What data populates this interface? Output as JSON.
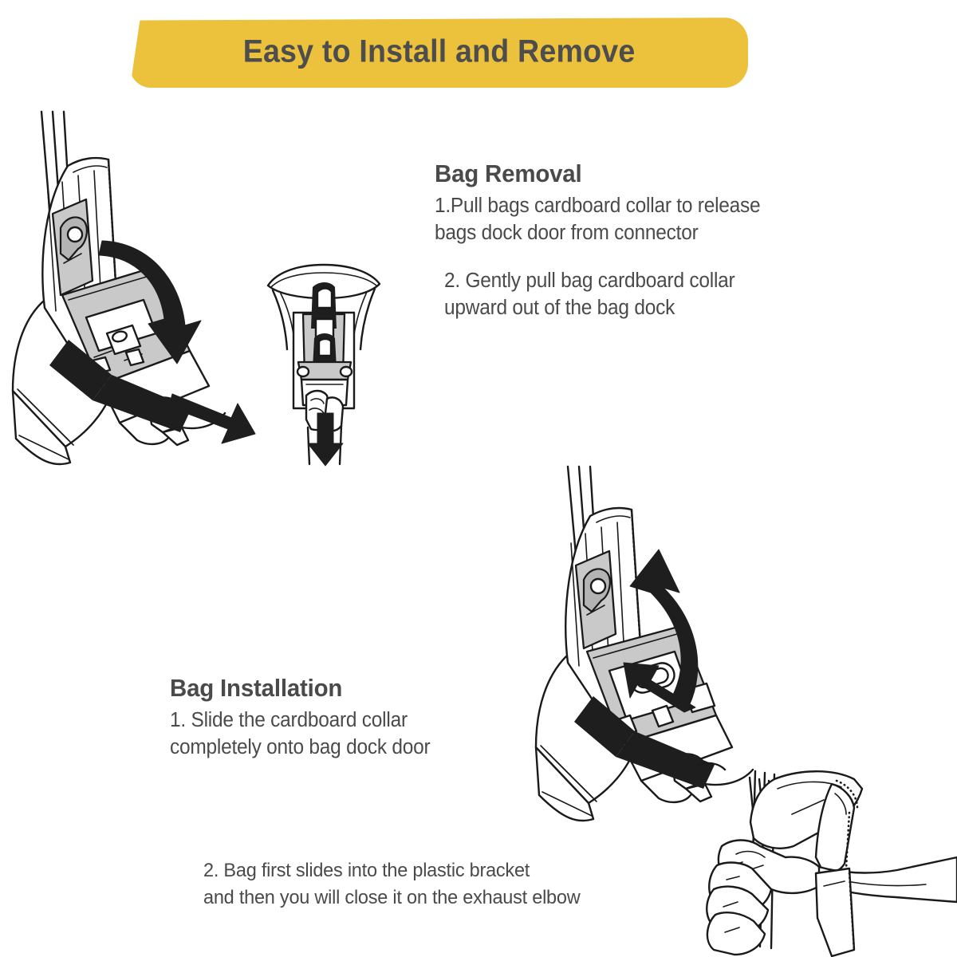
{
  "page": {
    "background_color": "#ffffff",
    "text_color": "#4a4a4a"
  },
  "banner": {
    "title": "Easy to Install and Remove",
    "background_color": "#ecc13c",
    "text_color": "#4d4d4d"
  },
  "removal": {
    "heading": "Bag Removal",
    "step1": "1.Pull bags cardboard collar to release\nbags dock door from connector",
    "step2": "2. Gently pull bag cardboard collar\nupward out of the bag dock"
  },
  "installation": {
    "heading": "Bag Installation",
    "step1": "1. Slide the cardboard collar\n completely onto bag dock door",
    "step2": "2. Bag first slides into the plastic bracket\n and then you will close it on the exhaust elbow"
  },
  "illustrations": {
    "dock_open": {
      "name": "vacuum-bag-dock-open-diagram",
      "arrows": [
        "curved-arrow-down",
        "straight-arrow-down-right"
      ],
      "line_color": "#1a1a1a",
      "fill_color": "#c9c9c9"
    },
    "dock_front": {
      "name": "bag-dock-front-view-diagram",
      "arrows": [
        "straight-arrow-down"
      ],
      "line_color": "#1a1a1a"
    },
    "dock_close": {
      "name": "vacuum-bag-dock-closing-diagram",
      "arrows": [
        "curved-arrow-up",
        "straight-arrow-up-left"
      ],
      "line_color": "#1a1a1a",
      "fill_color": "#c9c9c9"
    },
    "hand_elbow": {
      "name": "hand-holding-exhaust-elbow-diagram",
      "line_color": "#1a1a1a"
    }
  }
}
